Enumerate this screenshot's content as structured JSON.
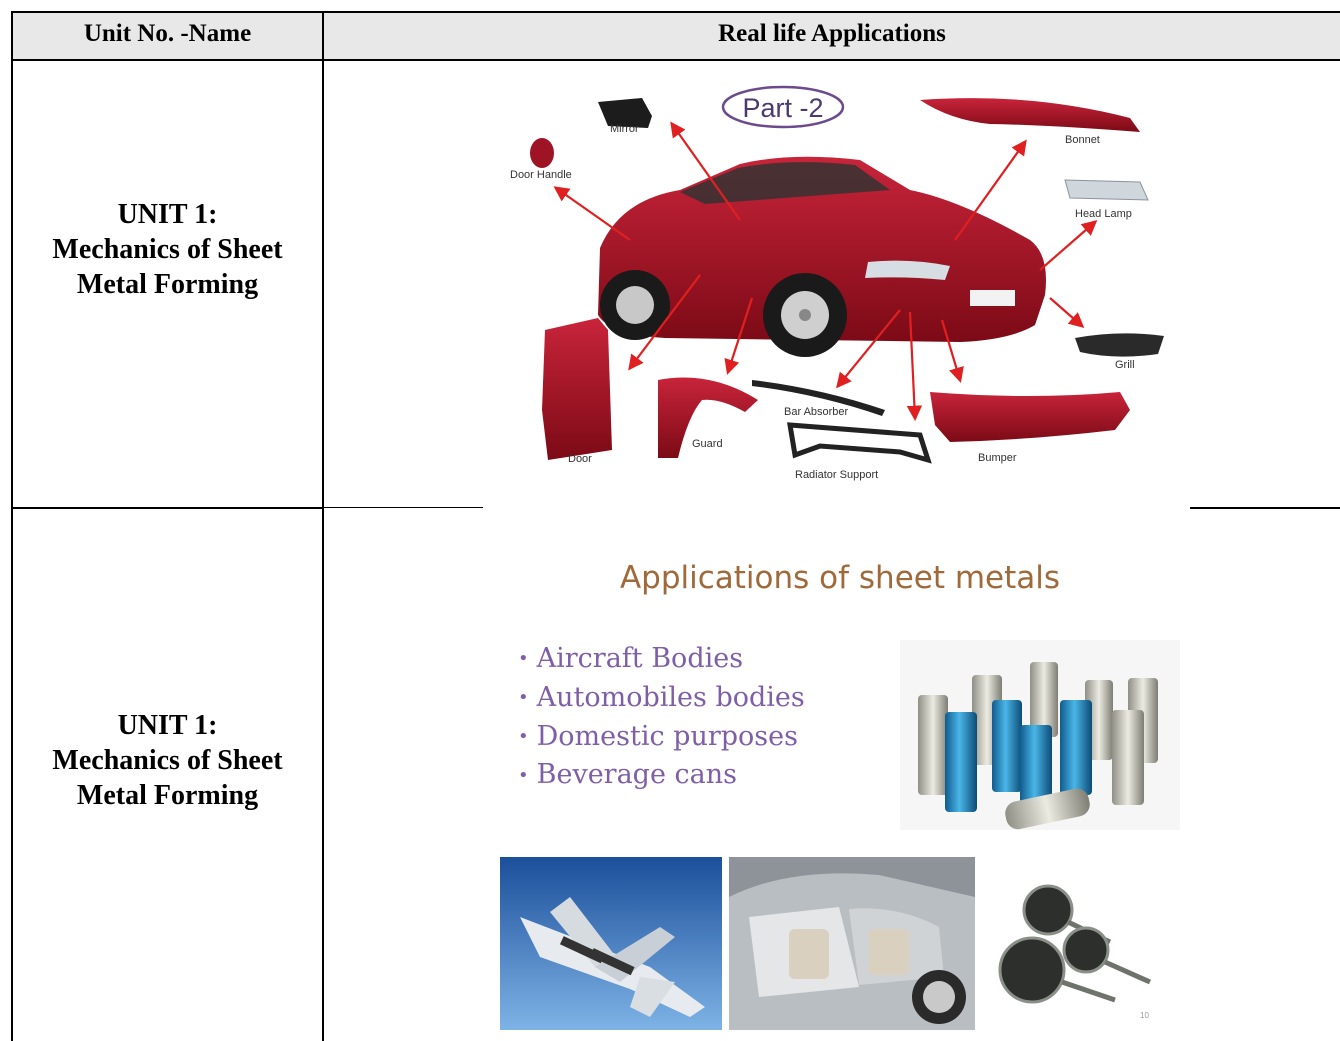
{
  "table": {
    "headers": {
      "col1": "Unit No. -Name",
      "col2": "Real life Applications"
    },
    "rows": [
      {
        "unit": {
          "line1": "UNIT 1:",
          "line2": "Mechanics of Sheet",
          "line3": "Metal Forming"
        }
      },
      {
        "unit": {
          "line1": "UNIT 1:",
          "line2": "Mechanics of Sheet",
          "line3": "Metal Forming"
        }
      }
    ]
  },
  "car_diagram": {
    "badge": "Part -2",
    "labels": {
      "mirror": "Mirror",
      "door_handle": "Door Handle",
      "bonnet": "Bonnet",
      "head_lamp": "Head Lamp",
      "grill": "Grill",
      "door": "Door",
      "guard": "Guard",
      "bar_absorber": "Bar Absorber",
      "radiator_support": "Radiator Support",
      "bumper": "Bumper"
    },
    "colors": {
      "body": "#a3101f",
      "arrow": "#e02020"
    }
  },
  "slide": {
    "title": "Applications of sheet metals",
    "bullets": [
      "Aircraft Bodies",
      "Automobiles bodies",
      "Domestic purposes",
      "Beverage cans"
    ],
    "page_number": "10",
    "colors": {
      "title": "#a0693a",
      "bullets": "#7f5ea8"
    }
  }
}
